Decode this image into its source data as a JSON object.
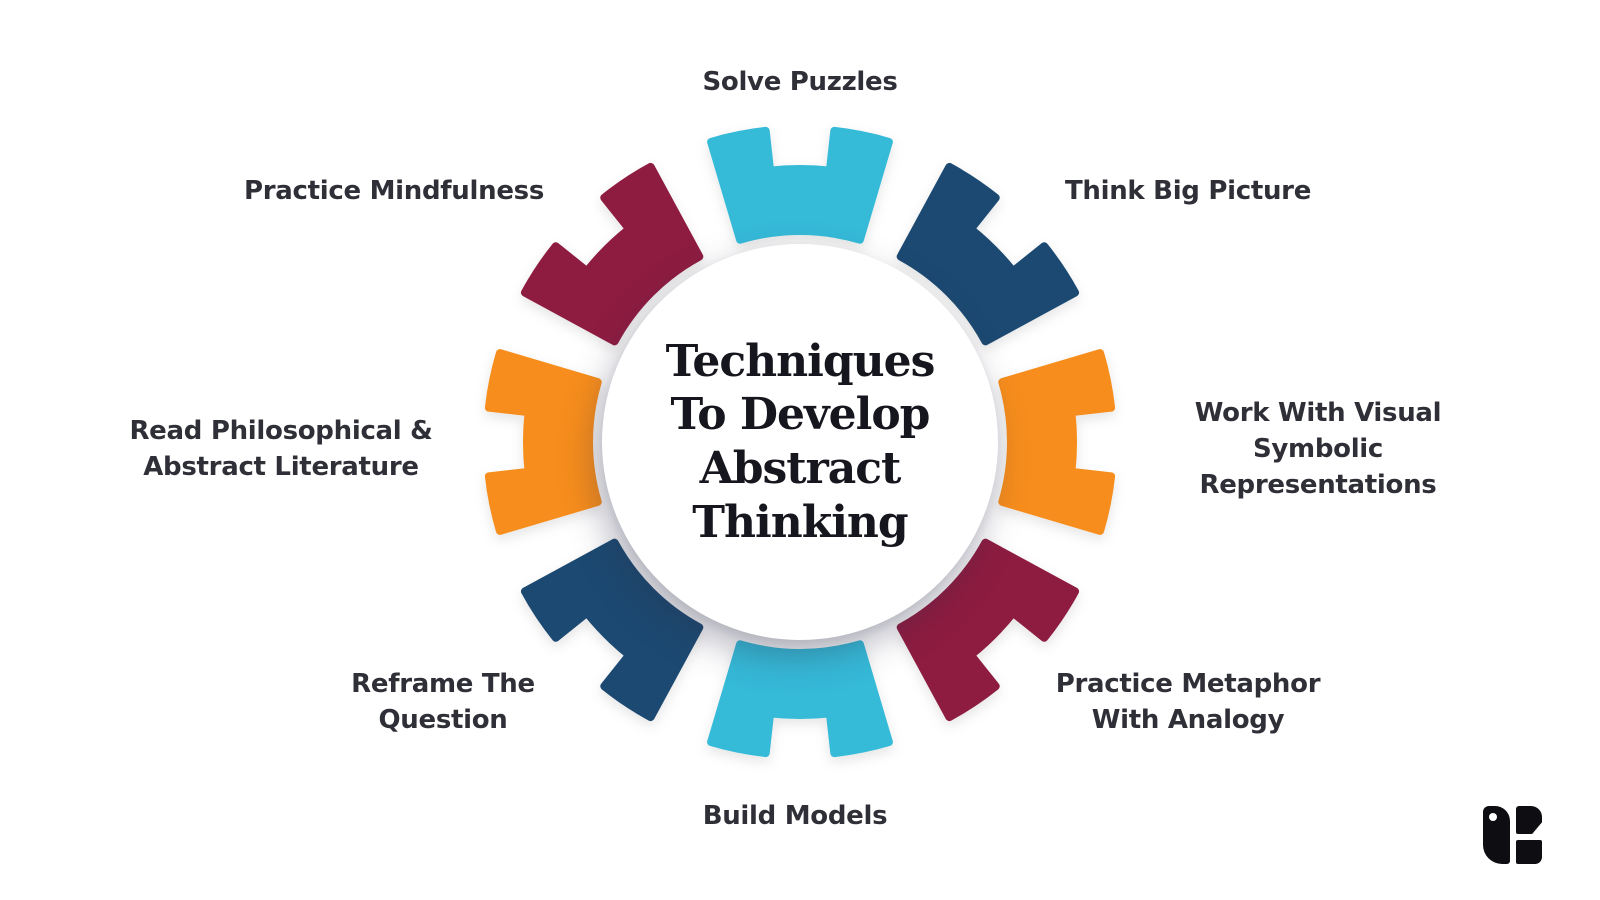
{
  "background_color": "#ffffff",
  "center": {
    "title": "Techniques\nTo Develop\nAbstract\nThinking",
    "title_color": "#16161e",
    "circle_color": "#ffffff"
  },
  "gear": {
    "label_color": "#2f2f37",
    "segments": [
      {
        "id": "solve-puzzles",
        "label": "Solve Puzzles",
        "color": "#35BAD8",
        "position": "top"
      },
      {
        "id": "think-big-picture",
        "label": "Think Big Picture",
        "color": "#1B4971",
        "position": "top-right"
      },
      {
        "id": "work-with-visual-symbolic-representations",
        "label": "Work With Visual\nSymbolic Representations",
        "color": "#F78D1E",
        "position": "right"
      },
      {
        "id": "practice-metaphor-with-analogy",
        "label": "Practice Metaphor\nWith Analogy",
        "color": "#8D1C40",
        "position": "bottom-right"
      },
      {
        "id": "build-models",
        "label": "Build Models",
        "color": "#35BAD8",
        "position": "bottom"
      },
      {
        "id": "reframe-the-question",
        "label": "Reframe The\nQuestion",
        "color": "#1B4971",
        "position": "bottom-left"
      },
      {
        "id": "read-philosophical-abstract-literature",
        "label": "Read Philosophical &\nAbstract Literature",
        "color": "#F78D1E",
        "position": "left"
      },
      {
        "id": "practice-mindfulness",
        "label": "Practice Mindfulness",
        "color": "#8D1C40",
        "position": "top-left"
      }
    ]
  },
  "logo": {
    "color": "#0e0e12",
    "dot_color": "#ffffff"
  }
}
